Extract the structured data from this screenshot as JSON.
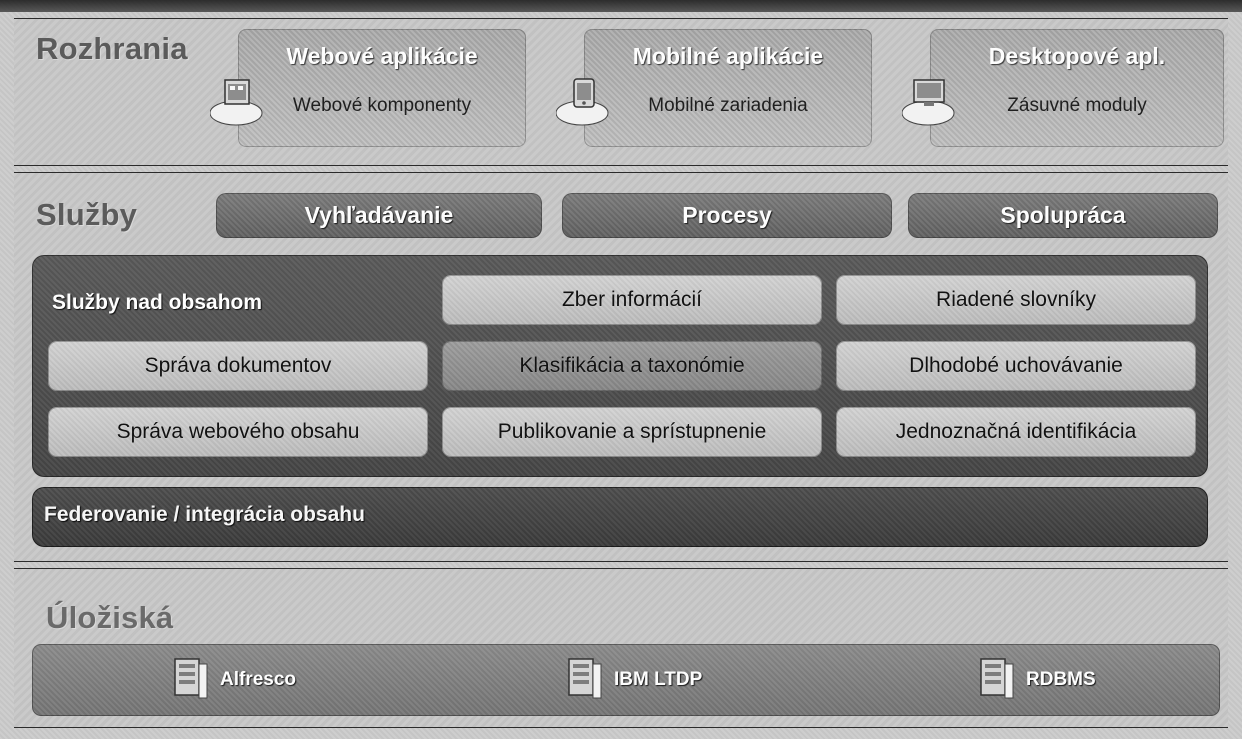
{
  "interfaces": {
    "title": "Rozhrania",
    "cards": [
      {
        "title": "Webové aplikácie",
        "subtitle": "Webové komponenty",
        "icon": "web-app-icon"
      },
      {
        "title": "Mobilné aplikácie",
        "subtitle": "Mobilné zariadenia",
        "icon": "mobile-app-icon"
      },
      {
        "title": "Desktopové apl.",
        "subtitle": "Zásuvné moduly",
        "icon": "desktop-app-icon"
      }
    ]
  },
  "services": {
    "title": "Služby",
    "top_services": [
      "Vyhľadávanie",
      "Procesy",
      "Spolupráca"
    ],
    "content_services": {
      "title": "Služby nad obsahom",
      "rows": [
        [
          "",
          "Zber informácií",
          "Riadené slovníky"
        ],
        [
          "Správa dokumentov",
          "Klasifikácia a taxonómie",
          "Dlhodobé uchovávanie"
        ],
        [
          "Správa webového obsahu",
          "Publikovanie a sprístupnenie",
          "Jednoznačná identifikácia"
        ]
      ]
    },
    "federation": "Federovanie / integrácia obsahu"
  },
  "storage": {
    "title": "Úložiská",
    "items": [
      {
        "label": "Alfresco",
        "icon": "server-icon"
      },
      {
        "label": "IBM LTDP",
        "icon": "server-icon"
      },
      {
        "label": "RDBMS",
        "icon": "server-icon"
      }
    ]
  }
}
